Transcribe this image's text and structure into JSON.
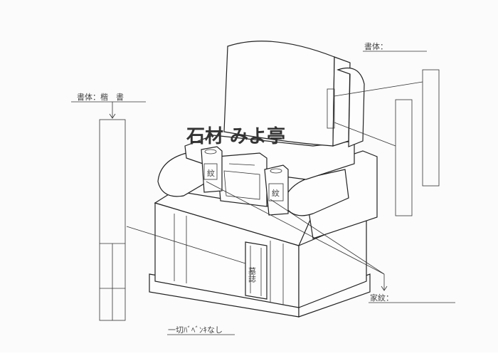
{
  "labels": {
    "top_right": "書体：",
    "left": "書体：楷　書",
    "bottom_right": "家紋：",
    "bottom_note": "一切ﾊﾞﾍﾞﾝｷなし"
  },
  "logo": {
    "text": "石材 みよ亭"
  },
  "engraving": {
    "left_flower_vase": "紋",
    "right_flower_vase": "紋",
    "front_plate": "墓誌"
  },
  "colors": {
    "line": "#222222",
    "paper": "#fbfbfb"
  }
}
